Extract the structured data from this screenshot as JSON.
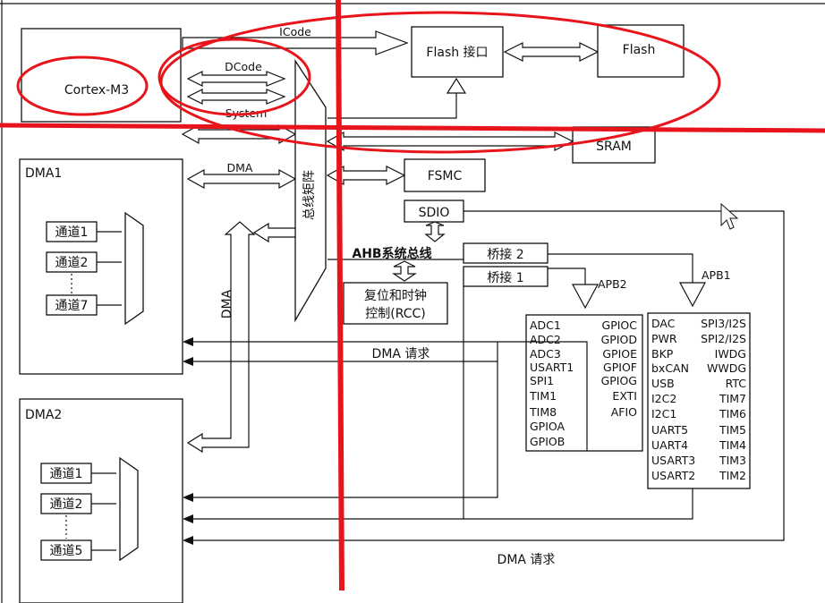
{
  "blocks": {
    "cortex": "Cortex-M3",
    "flash_if": "Flash 接口",
    "flash": "Flash",
    "sram": "SRAM",
    "fsmc": "FSMC",
    "sdio": "SDIO",
    "dma1": "DMA1",
    "dma2": "DMA2",
    "bus_matrix": "总线矩阵",
    "bridge2": "桥接 2",
    "bridge1": "桥接 1",
    "rcc_line1": "复位和时钟",
    "rcc_line2": "控制(RCC)"
  },
  "buses": {
    "icode": "ICode",
    "dcode": "DCode",
    "system": "System",
    "dma": "DMA",
    "dma_vertical": "DMA",
    "ahb": "AHB系统总线",
    "apb2": "APB2",
    "apb1": "APB1"
  },
  "dma1_channels": [
    "通道1",
    "通道2",
    "通道7"
  ],
  "dma2_channels": [
    "通道1",
    "通道2",
    "通道5"
  ],
  "dma_request_labels": [
    "DMA 请求",
    "DMA 请求"
  ],
  "apb2_left": [
    "ADC1",
    "ADC2",
    "ADC3",
    "USART1",
    "SPI1",
    "TIM1",
    "TIM8",
    "GPIOA",
    "GPIOB"
  ],
  "apb2_right": [
    "GPIOC",
    "GPIOD",
    "GPIOE",
    "GPIOF",
    "GPIOG",
    "EXTI",
    "AFIO"
  ],
  "apb1_left": [
    "DAC",
    "PWR",
    "BKP",
    "bxCAN",
    "USB",
    "I2C2",
    "I2C1",
    "UART5",
    "UART4",
    "USART3",
    "USART2"
  ],
  "apb1_right": [
    "SPI3/I2S",
    "SPI2/I2S",
    "IWDG",
    "WWDG",
    "RTC",
    "TIM7",
    "TIM6",
    "TIM5",
    "TIM4",
    "TIM3",
    "TIM2"
  ],
  "annotation_color": "#e8141b"
}
